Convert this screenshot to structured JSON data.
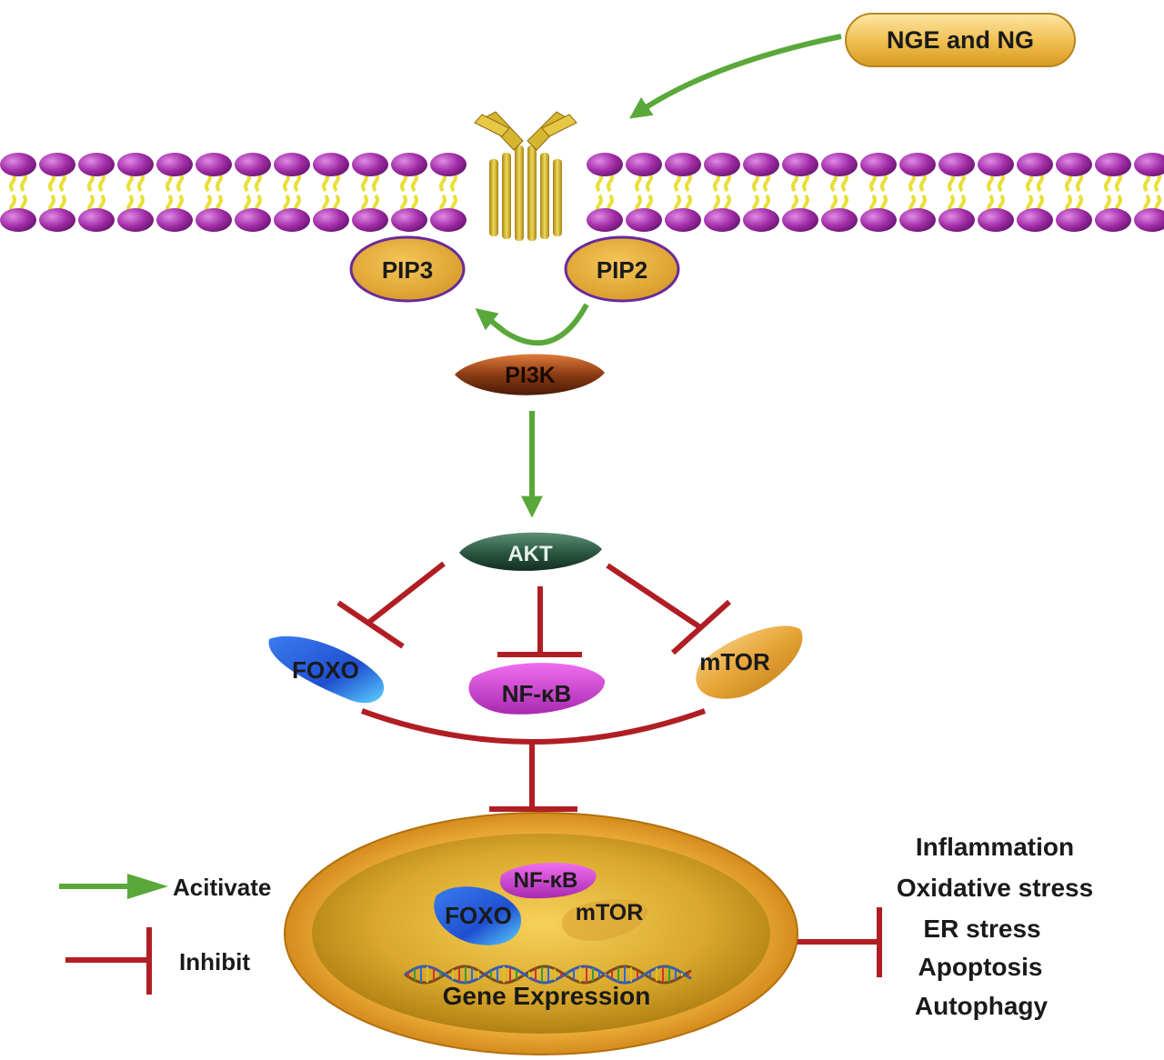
{
  "stimulus": {
    "label": "NGE and NG"
  },
  "membrane_proteins": {
    "pip3": "PIP3",
    "pip2": "PIP2"
  },
  "kinases": {
    "pi3k": "PI3K",
    "akt": "AKT"
  },
  "targets": {
    "foxo": "FOXO",
    "nfkb": "NF-κB",
    "mtor": "mTOR"
  },
  "nucleus": {
    "nfkb": "NF-κB",
    "foxo": "FOXO",
    "mtor": "mTOR",
    "gene_expression": "Gene Expression"
  },
  "legend": {
    "activate": "Acitivate",
    "inhibit": "Inhibit"
  },
  "outcomes": [
    "Inflammation",
    "Oxidative stress",
    "ER stress",
    "Apoptosis",
    "Autophagy"
  ],
  "colors": {
    "activate_arrow": "#5aa83a",
    "inhibit_line": "#b01e24",
    "lipid_head": "#a22ea8",
    "lipid_tail": "#e8e03a",
    "receptor": "#d6b531",
    "pip_fill": "#e2a937",
    "pip_border": "#6a2a9a",
    "pi3k": "#7a3312",
    "akt": "#2c5a44",
    "foxo": "#2a62d8",
    "nfkb": "#d540d0",
    "mtor": "#e7a538",
    "nucleus_outer": "#e9a330",
    "nucleus_inner": "#c99a24"
  }
}
